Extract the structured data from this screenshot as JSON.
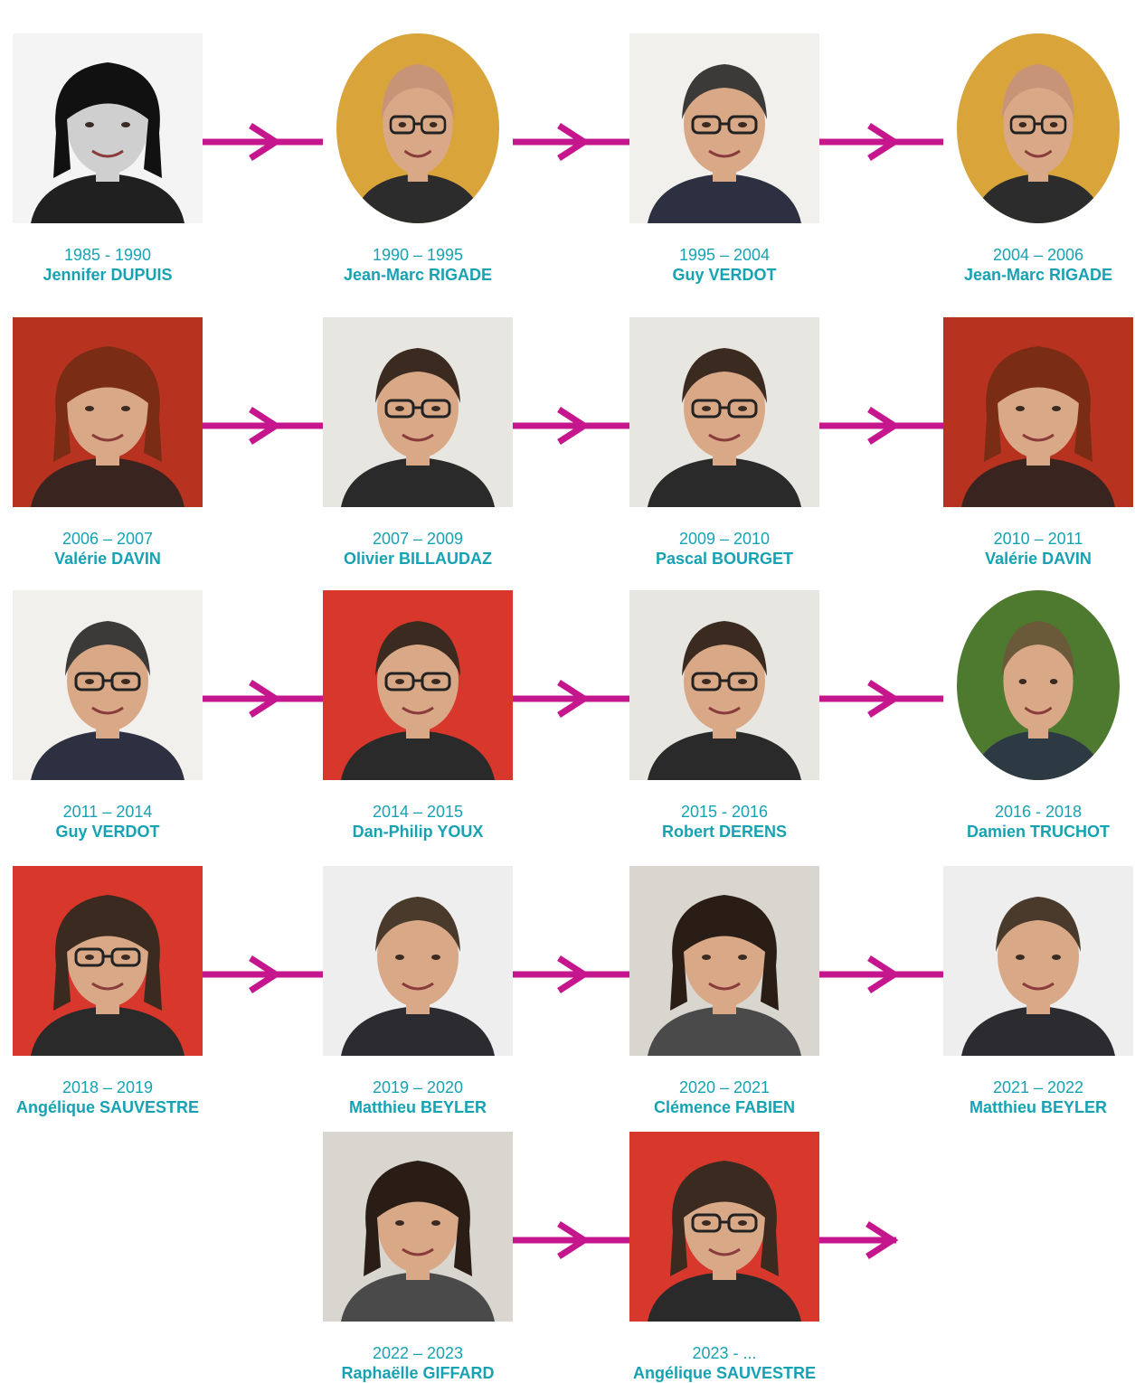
{
  "accent_color": "#c6168d",
  "caption_color": "#17a2b4",
  "rows": [
    [
      {
        "years": "1985 - 1990",
        "name": "Jennifer DUPUIS",
        "photo": "bw-portrait-woman"
      },
      {
        "years": "1990 – 1995",
        "name": "Jean-Marc RIGADE",
        "photo": "oval-portrait-man-glasses"
      },
      {
        "years": "1995 – 2004",
        "name": "Guy VERDOT",
        "photo": "portrait-elder-man-glasses"
      },
      {
        "years": "2004 – 2006",
        "name": "Jean-Marc RIGADE",
        "photo": "oval-portrait-man-glasses"
      }
    ],
    [
      {
        "years": "2006 – 2007",
        "name": "Valérie DAVIN",
        "photo": "portrait-woman-red-background"
      },
      {
        "years": "2007 – 2009",
        "name": "Olivier BILLAUDAZ",
        "photo": "portrait-man-glasses"
      },
      {
        "years": "2009 – 2010",
        "name": "Pascal BOURGET",
        "photo": "portrait-man-glasses"
      },
      {
        "years": "2010 – 2011",
        "name": "Valérie DAVIN",
        "photo": "portrait-woman-red-background"
      }
    ],
    [
      {
        "years": "2011 – 2014",
        "name": "Guy VERDOT",
        "photo": "portrait-elder-man-glasses"
      },
      {
        "years": "2014 – 2015",
        "name": "Dan-Philip YOUX",
        "photo": "portrait-man-glasses-red-background"
      },
      {
        "years": "2015 - 2016",
        "name": "Robert DERENS",
        "photo": "portrait-man-glasses"
      },
      {
        "years": "2016 - 2018",
        "name": "Damien TRUCHOT",
        "photo": "oval-portrait-young-man"
      }
    ],
    [
      {
        "years": "2018 – 2019",
        "name": "Angélique SAUVESTRE",
        "photo": "portrait-woman-glasses-red-background"
      },
      {
        "years": "2019 – 2020",
        "name": "Matthieu BEYLER",
        "photo": "portrait-man-suit"
      },
      {
        "years": "2020 – 2021",
        "name": "Clémence FABIEN",
        "photo": "portrait-woman"
      },
      {
        "years": "2021 – 2022",
        "name": "Matthieu BEYLER",
        "photo": "portrait-man-suit"
      }
    ],
    [
      {
        "years": "2022 – 2023",
        "name": "Raphaëlle GIFFARD",
        "photo": "portrait-woman"
      },
      {
        "years": "2023 - ...",
        "name": "Angélique SAUVESTRE",
        "photo": "portrait-woman-glasses-red-background"
      }
    ]
  ],
  "arrow_icon": "right-chevron-arrow-icon"
}
